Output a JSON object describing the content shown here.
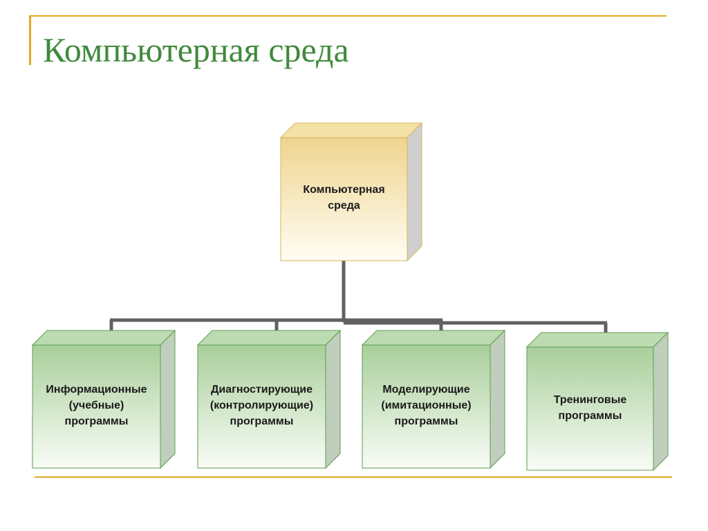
{
  "slide": {
    "title": "Компьютерная среда"
  },
  "diagram": {
    "root": {
      "label": "Компьютерная\nсреда"
    },
    "children": [
      {
        "label": "Информационные\n(учебные)\nпрограммы"
      },
      {
        "label": "Диагностирующие\n(контролирующие)\nпрограммы"
      },
      {
        "label": "Моделирующие\n(имитационные)\nпрограммы"
      },
      {
        "label": "Тренинговые\nпрограммы"
      }
    ]
  },
  "colors": {
    "accent_rule": "#e0a920",
    "title_text": "#3f8a3c",
    "connector": "#606060",
    "root_box_top": "#efd48e",
    "root_box_bottom": "#fffdf4",
    "root_box_border": "#d6b55a",
    "child_box_top": "#a9cf9b",
    "child_box_bottom": "#f8fcf6",
    "child_box_border": "#5d9b50"
  }
}
